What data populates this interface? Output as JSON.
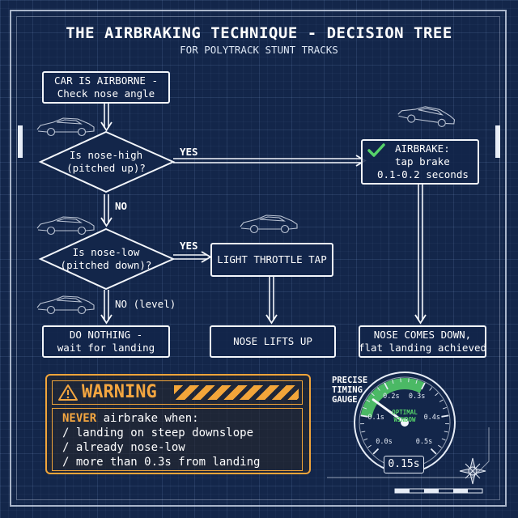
{
  "header": {
    "title": "THE AIRBRAKING TECHNIQUE - DECISION TREE",
    "subtitle": "FOR POLYTRACK STUNT TRACKS"
  },
  "nodes": {
    "start": [
      "CAR IS AIRBORNE -",
      "Check nose angle"
    ],
    "q_nose_high": [
      "Is nose-high",
      "(pitched up)?"
    ],
    "airbrake": [
      "AIRBRAKE:",
      "tap brake",
      "0.1-0.2 seconds"
    ],
    "q_nose_low": [
      "Is nose-low",
      "(pitched down)?"
    ],
    "throttle": [
      "LIGHT THROTTLE TAP"
    ],
    "do_nothing": [
      "DO NOTHING -",
      "wait for landing"
    ],
    "nose_lifts": [
      "NOSE LIFTS UP"
    ],
    "nose_down": [
      "NOSE COMES DOWN,",
      "flat landing achieved"
    ]
  },
  "edge_labels": {
    "yes_high": "YES",
    "no_high": "NO",
    "yes_low": "YES",
    "no_level": "NO (level)"
  },
  "warning": {
    "title": "WARNING",
    "never": "NEVER",
    "intro": " airbrake when:",
    "items": [
      "/ landing on steep downslope",
      "/ already nose-low",
      "/ more than 0.3s from landing"
    ]
  },
  "gauge": {
    "label": [
      "PRECISE",
      "TIMING",
      "GAUGE"
    ],
    "ticks": [
      "0.0s",
      "0.1s",
      "0.2s",
      "0.3s",
      "0.4s",
      "0.5s"
    ],
    "optimal_label": [
      "OPTIMAL",
      "WINDOW"
    ],
    "readout": "0.15s",
    "needle_value": 0.15,
    "optimal_range": [
      0.1,
      0.3
    ],
    "accent": "#56d36a"
  },
  "colors": {
    "background": "#13264a",
    "line": "#f3f6fb",
    "warning": "#f2a53a",
    "check": "#56d36a"
  },
  "icons": [
    "car-sketch-icon",
    "check-icon",
    "warning-triangle-icon",
    "compass-rose-icon"
  ]
}
